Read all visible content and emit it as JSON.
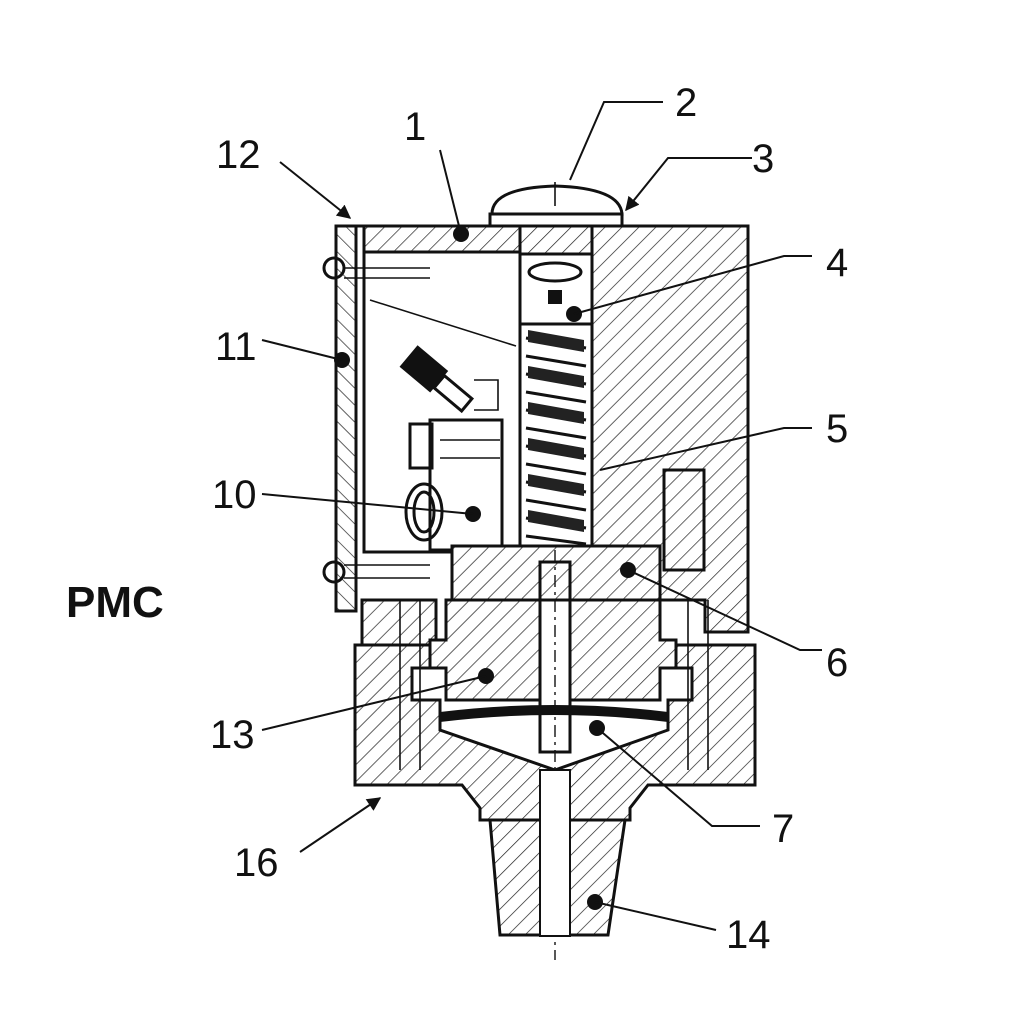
{
  "diagram": {
    "title": "PMC",
    "callouts": {
      "c1": "1",
      "c2": "2",
      "c3": "3",
      "c4": "4",
      "c5": "5",
      "c6": "6",
      "c7": "7",
      "c10": "10",
      "c11": "11",
      "c12": "12",
      "c13": "13",
      "c14": "14",
      "c16": "16"
    }
  }
}
